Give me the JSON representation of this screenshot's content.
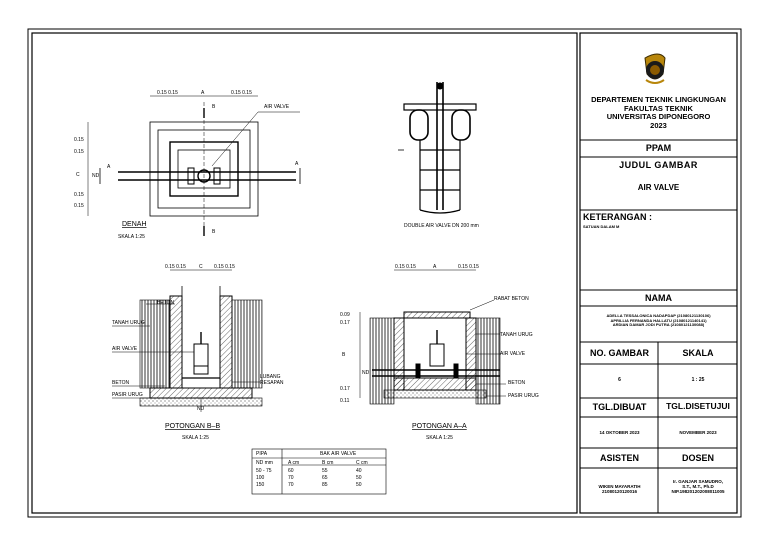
{
  "institution": {
    "lines": [
      "DEPARTEMEN TEKNIK LINGKUNGAN",
      "FAKULTAS TEKNIK",
      "UNIVERSITAS DIPONEGORO",
      "2023"
    ]
  },
  "project": "PPAM",
  "drawing_title_label": "JUDUL GAMBAR",
  "drawing_title": "AIR VALVE",
  "notes_label": "KETERANGAN :",
  "notes_text": "SATUAN DALAM M",
  "names_label": "NAMA",
  "names": [
    "ADELLA TESSALONICA NADAPDAP (21080121130106)",
    "APRILLIA FERNANDA HALLATU (21080121140141)",
    "ARDIAN DAMAR JODI PUTRA (21080121130088)"
  ],
  "sheet_no_label": "NO. GAMBAR",
  "scale_label": "SKALA",
  "sheet_no": "6",
  "scale": "1 : 25",
  "created_label": "TGL.DIBUAT",
  "approved_label": "TGL.DISETUJUI",
  "created_date": "14 OKTOBER 2023",
  "approved_date": "NOVEMBER 2023",
  "assistant_label": "ASISTEN",
  "lecturer_label": "DOSEN",
  "assistant": [
    "WIKEN MAYARATIH",
    "21080120120016"
  ],
  "lecturer": [
    "Ir. GANJAR SAMUDRO,",
    "S.T., M.T., Ph.D",
    "NIP.198201202008011005"
  ],
  "plan": {
    "title": "DENAH",
    "scale": "SKALA 1:25",
    "label": "AIR VALVE",
    "dims_top": [
      "0.15 0.15",
      "A",
      "0.15 0.15"
    ],
    "dims_left": [
      "0.15",
      "0.15",
      "C",
      "0.15",
      "0.15"
    ],
    "nd": "ND",
    "sec_a": "A",
    "sec_b": "B"
  },
  "detail": {
    "caption": "DOUBLE AIR VALVE DN 200 mm"
  },
  "section_bb": {
    "title": "POTONGAN  B–B",
    "scale": "SKALA  1:25",
    "dims_top": [
      "0.15 0.15",
      "C",
      "0.15 0.15"
    ],
    "labels": [
      "BETON",
      "TANAH URUG",
      "AIR VALVE",
      "BETON",
      "PASIR URUG",
      "LUBANG",
      "RESAPAN"
    ],
    "nd": "ND"
  },
  "section_aa": {
    "title": "POTONGAN  A–A",
    "scale": "SKALA  1:25",
    "dims_top": [
      "0.15 0.15",
      "A",
      "0.15 0.15"
    ],
    "dims_left": [
      "0.09",
      "0.17",
      "B",
      "0.17",
      "0.11"
    ],
    "labels": [
      "RABAT BETON",
      "TANAH URUG",
      "AIR VALVE",
      "BETON",
      "PASIR URUG"
    ],
    "nd": "ND"
  },
  "table": {
    "h_pipe": "PIPA",
    "h_box": "BAK AIR VALVE",
    "cols": [
      "ND  mm",
      "A  cm",
      "B  cm",
      "C  cm"
    ],
    "rows": [
      [
        "50 - 75",
        "60",
        "55",
        "40"
      ],
      [
        "100",
        "70",
        "65",
        "50"
      ],
      [
        "150",
        "70",
        "85",
        "50"
      ]
    ]
  }
}
